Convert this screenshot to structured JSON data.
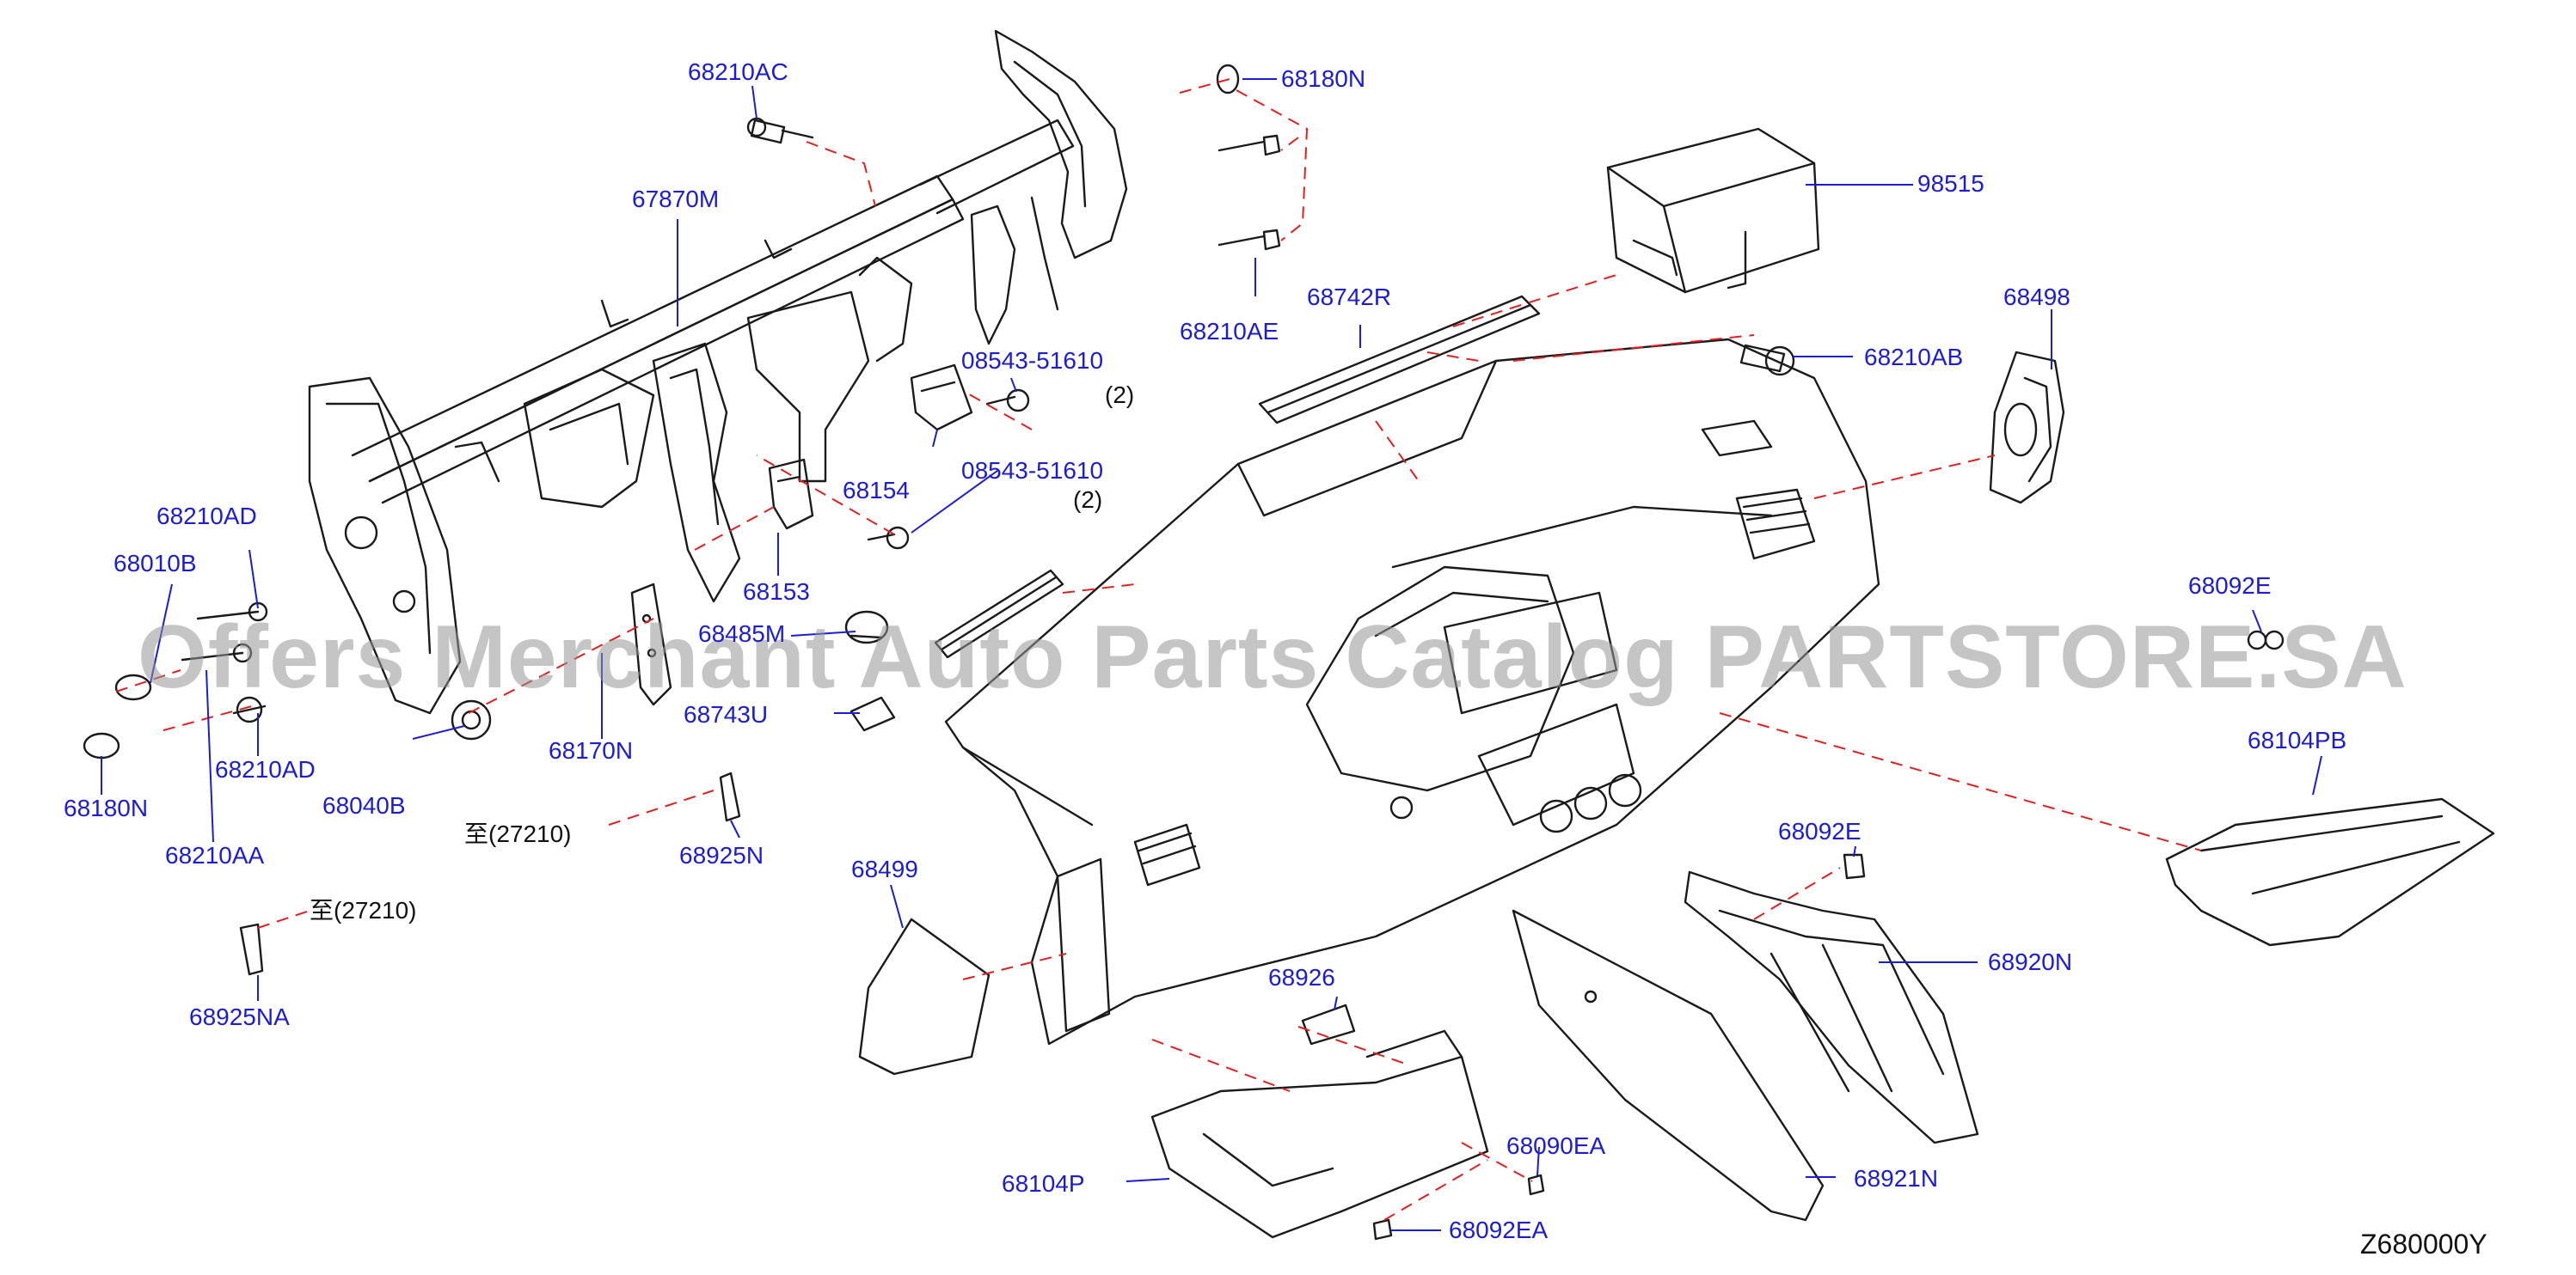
{
  "diagram": {
    "code": "Z680000Y",
    "watermark": "Offers Merchant Auto Parts Catalog PARTSTORE.SA",
    "colors": {
      "label": "#1c1cd0",
      "leader": "#e02020",
      "outline": "#1a1a1a"
    },
    "labels": {
      "p68210AC": "68210AC",
      "p67870M": "67870M",
      "p68180N_top": "68180N",
      "p68210AE": "68210AE",
      "p98515": "98515",
      "p68742R": "68742R",
      "p08543_51610_a": "08543-51610",
      "p08543_51610_b": "08543-51610",
      "qty_a": "(2)",
      "qty_b": "(2)",
      "p68154": "68154",
      "p68210AB": "68210AB",
      "p68498": "68498",
      "p68210AD_top": "68210AD",
      "p68010B": "68010B",
      "p68153": "68153",
      "p68485M": "68485M",
      "p68743U": "68743U",
      "p68092E_right": "68092E",
      "p68180N_left": "68180N",
      "p68210AD_low": "68210AD",
      "p68040B": "68040B",
      "p68170N": "68170N",
      "p68104PB": "68104PB",
      "ref_27210_a": "至(27210)",
      "p68925N": "68925N",
      "p68210AA": "68210AA",
      "p68499": "68499",
      "p68092E_mid": "68092E",
      "ref_27210_b": "至(27210)",
      "p68920N": "68920N",
      "p68925NA": "68925NA",
      "p68926": "68926",
      "p68090EA": "68090EA",
      "p68104P": "68104P",
      "p68921N": "68921N",
      "p68092EA": "68092EA"
    }
  }
}
